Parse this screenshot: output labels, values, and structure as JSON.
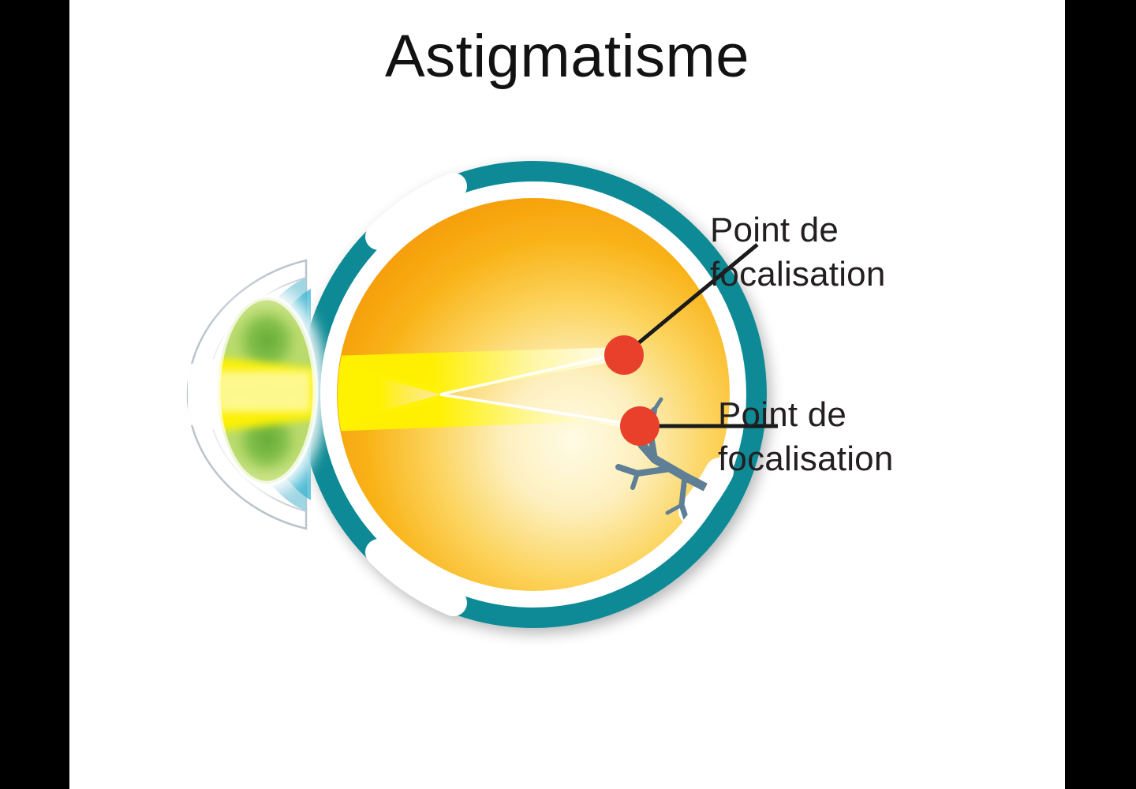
{
  "slide": {
    "title": "Astigmatisme",
    "background_color": "#ffffff",
    "letterbox_color": "#000000"
  },
  "diagram": {
    "name": "eye-cross-section-astigmatism",
    "labels": [
      {
        "id": "focal-point-upper",
        "text": "Point de\nfocalisation",
        "leader": "diagonal"
      },
      {
        "id": "focal-point-lower",
        "text": "Point de\nfocalisation",
        "leader": "horizontal"
      }
    ],
    "parts": [
      "cornea",
      "anterior-chamber",
      "iris",
      "lens",
      "sclera",
      "retina",
      "vitreous-body",
      "blood-vessels",
      "light-rays",
      "focal-point-upper",
      "focal-point-lower"
    ]
  },
  "colors": {
    "sclera_teal": "#0b8a95",
    "sclera_teal_dark": "#0a7d88",
    "iris_blue": "#36b3cf",
    "iris_blue_light": "#9ad4e3",
    "lens_green_light": "#b9da6e",
    "lens_green_dark": "#6cb23d",
    "vitreous_orange": "#f59a10",
    "vitreous_orange_deep": "#f6921e",
    "vitreous_cream": "#fdf3cf",
    "retina_white": "#ffffff",
    "focal_point_red": "#e8402a",
    "leader_line_black": "#1a1a1a",
    "vessel_slate": "#5e7f95",
    "outline_gray": "#9aa7b0",
    "light_ray_yellow": "#fff200",
    "title_text": "#121212",
    "label_text": "#231f20"
  }
}
